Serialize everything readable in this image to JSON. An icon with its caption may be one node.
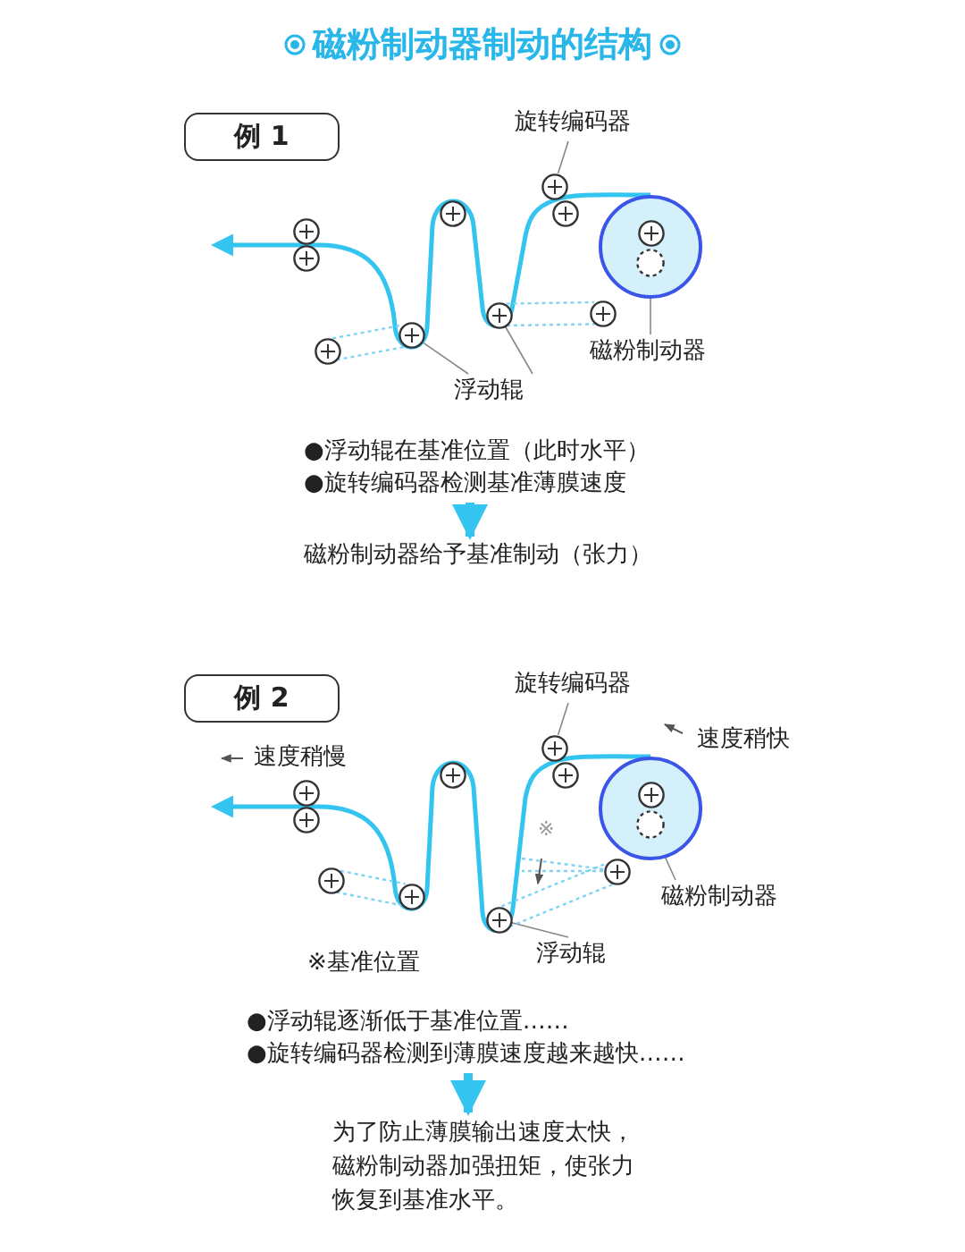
{
  "diagram": {
    "title": "磁粉制动器制动的结构",
    "nodes": [
      {
        "text": [
          "例 1"
        ]
      },
      {
        "text": [
          "旋转编码器"
        ]
      },
      {
        "text": [],
        "shape": "circle"
      },
      {
        "text": [],
        "shape": "circle"
      },
      {
        "text": [],
        "shape": "circle"
      },
      {
        "text": [],
        "shape": "circle",
        "in": 4
      },
      {
        "text": [],
        "shape": "circle",
        "in": 4
      },
      {
        "text": [],
        "shape": "circle"
      },
      {
        "text": [],
        "shape": "circle"
      },
      {
        "text": [],
        "shape": "circle"
      },
      {
        "text": [],
        "shape": "circle"
      },
      {
        "text": [],
        "shape": "circle"
      },
      {
        "text": [],
        "shape": "circle"
      },
      {
        "text": [],
        "shape": "circle"
      },
      {
        "text": [
          "磁粉制动器"
        ]
      },
      {
        "text": [
          "浮动辊"
        ]
      },
      {
        "text": [
          "●浮动辊在基准位置（此时水平）",
          "●旋转编码器检测基准薄膜速度"
        ]
      },
      {
        "text": [
          "磁粉制动器给予基准制动（张力）"
        ]
      },
      {
        "text": [
          "例 2"
        ]
      },
      {
        "text": [
          "旋转编码器"
        ]
      },
      {
        "text": [],
        "shape": "circle"
      },
      {
        "text": [],
        "shape": "circle"
      },
      {
        "text": [],
        "shape": "circle"
      },
      {
        "text": [],
        "shape": "circle",
        "in": 22
      },
      {
        "text": [],
        "shape": "circle",
        "in": 22
      },
      {
        "text": [],
        "shape": "circle"
      },
      {
        "text": [],
        "shape": "circle"
      },
      {
        "text": [],
        "shape": "circle"
      },
      {
        "text": [],
        "shape": "circle"
      },
      {
        "text": [],
        "shape": "circle"
      },
      {
        "text": [],
        "shape": "circle"
      },
      {
        "text": [],
        "shape": "circle"
      },
      {
        "text": [
          "磁粉制动器"
        ]
      },
      {
        "text": [
          "浮动辊"
        ]
      },
      {
        "text": [
          "●浮动辊逐渐低于基准位置……",
          "●旋转编码器检测到薄膜速度越来越快……"
        ]
      },
      {
        "text": [
          "为了防止薄膜输出速度太快，磁粉制动器加强扭矩，使张力恢复到基准水平。"
        ]
      }
    ],
    "edges": [
      {
        "from": 1,
        "to": 2,
        "arrow": "none",
        "color": "#888888"
      },
      {
        "from": 14,
        "to": 6,
        "arrow": "none",
        "color": "#888888"
      },
      {
        "from": 15,
        "to": 11,
        "arrow": "none",
        "color": "#888888"
      },
      {
        "from": 15,
        "to": 12,
        "arrow": "none",
        "color": "#888888"
      },
      {
        "from": 16,
        "to": 17,
        "arrow": "to",
        "style": "thick",
        "color": "#33c4f0"
      },
      {
        "from": 4,
        "to": null,
        "arrow": "to",
        "color": "#33c4f0"
      },
      {
        "from": 10,
        "to": 11,
        "arrow": "none",
        "style": "dashed",
        "color": "#7fd3f5"
      },
      {
        "from": 10,
        "to": 11,
        "arrow": "none",
        "style": "dashed",
        "color": "#7fd3f5"
      },
      {
        "from": 12,
        "to": 13,
        "arrow": "none",
        "style": "dashed",
        "color": "#7fd3f5"
      },
      {
        "from": 12,
        "to": 13,
        "arrow": "none",
        "style": "dashed",
        "color": "#7fd3f5"
      },
      {
        "from": 19,
        "to": 20,
        "arrow": "none",
        "color": "#888888"
      },
      {
        "from": 32,
        "to": 24,
        "arrow": "none",
        "color": "#888888"
      },
      {
        "from": 33,
        "to": 30,
        "arrow": "none",
        "color": "#888888"
      },
      {
        "from": 34,
        "to": 35,
        "arrow": "to",
        "style": "thick",
        "color": "#33c4f0"
      },
      {
        "from": 22,
        "to": null,
        "arrow": "to",
        "color": "#33c4f0"
      },
      {
        "from": 28,
        "to": 29,
        "arrow": "none",
        "style": "dashed",
        "color": "#7fd3f5"
      },
      {
        "from": 28,
        "to": 29,
        "arrow": "none",
        "style": "dashed",
        "color": "#7fd3f5"
      },
      {
        "from": 30,
        "to": 31,
        "arrow": "none",
        "style": "dashed",
        "color": "#7fd3f5"
      },
      {
        "from": 30,
        "to": 31,
        "arrow": "none",
        "style": "dashed",
        "color": "#7fd3f5"
      },
      {
        "from": 31,
        "to": null,
        "arrow": "none",
        "style": "dashed",
        "color": "#7fd3f5"
      },
      {
        "from": 31,
        "to": null,
        "arrow": "none",
        "style": "dashed",
        "color": "#7fd3f5"
      }
    ],
    "labels": [
      "速度稍快",
      "速度稍慢",
      "※",
      "※基准位置"
    ]
  }
}
